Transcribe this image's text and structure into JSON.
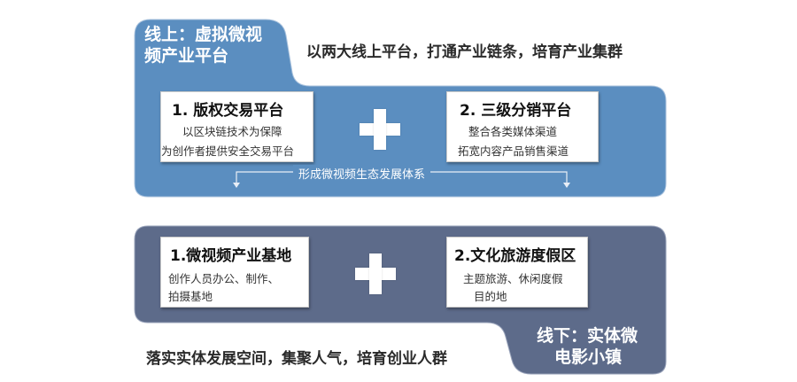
{
  "top_section": {
    "tag": {
      "line1": "线上：虚拟微视",
      "line2": "频产业平台"
    },
    "slogan": "以两大线上平台，打通产业链条，培育产业集群",
    "card_left": {
      "title": "1. 版权交易平台",
      "lines": [
        "以区块链技术为保障",
        "为创作者提供安全交易平台"
      ]
    },
    "card_right": {
      "title": "2. 三级分销平台",
      "lines": [
        "整合各类媒体渠道",
        "拓宽内容产品销售渠道"
      ]
    },
    "bracket_label": "形成微视频生态发展体系",
    "colors": {
      "panel": "#5b8ec0",
      "panel_light": "#7aa6d2"
    }
  },
  "bottom_section": {
    "tag": {
      "line1": "线下：实体微",
      "line2": "电影小镇"
    },
    "slogan": "落实实体发展空间，集聚人气，培育创业人群",
    "card_left": {
      "title": "1.微视频产业基地",
      "lines": [
        "创作人员办公、制作、",
        "拍摄基地"
      ]
    },
    "card_right": {
      "title": "2.文化旅游度假区",
      "lines": [
        "主题旅游、休闲度假",
        "目的地"
      ]
    },
    "colors": {
      "panel": "#5d6b8a",
      "panel_light": "#7a87a3"
    }
  },
  "icons": [
    "plus-icon"
  ]
}
